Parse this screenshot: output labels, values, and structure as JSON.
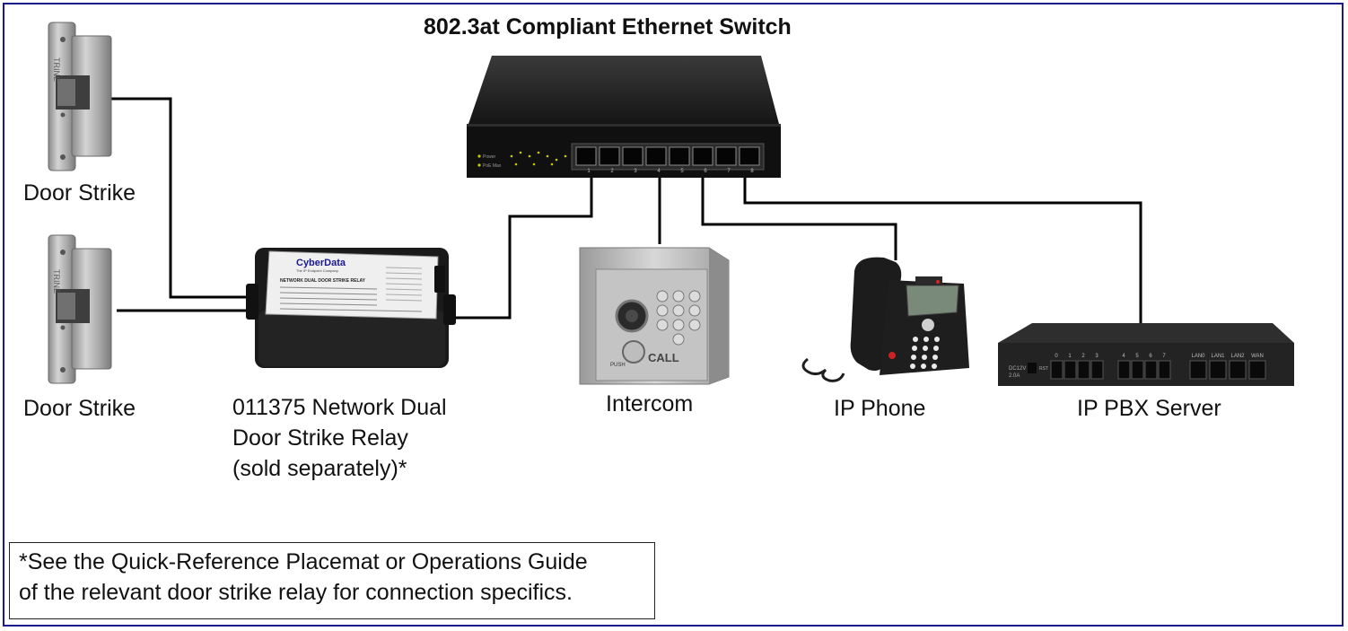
{
  "title": "802.3at Compliant Ethernet Switch",
  "labels": {
    "door_strike_1": "Door Strike",
    "door_strike_2": "Door Strike",
    "relay_line1": "011375 Network Dual",
    "relay_line2": "Door Strike Relay",
    "relay_line3": "(sold separately)*",
    "intercom": "Intercom",
    "ip_phone": "IP Phone",
    "ip_pbx": "IP PBX Server"
  },
  "note": {
    "line1": "*See the Quick-Reference Placemat or Operations Guide",
    "line2": "of the relevant door strike relay for connection specifics."
  },
  "device_text": {
    "relay_brand": "CyberData",
    "relay_tagline": "The IP Endpoint Company",
    "relay_product": "NETWORK DUAL DOOR STRIKE RELAY",
    "intercom_call": "CALL",
    "intercom_push": "PUSH",
    "strike_brand": "TRINE",
    "switch_power": "Power",
    "switch_poe_max": "PoE Max",
    "switch_ports": [
      "1",
      "2",
      "3",
      "4",
      "5",
      "6",
      "7",
      "8"
    ],
    "pbx_ports": [
      "0",
      "1",
      "2",
      "3",
      "4",
      "5",
      "6",
      "7"
    ],
    "pbx_lan": [
      "LAN0",
      "LAN1",
      "LAN2",
      "WAN"
    ],
    "pbx_power": "DC12V",
    "pbx_power_rating": "2.0A",
    "pbx_reset": "RST"
  },
  "colors": {
    "frame": "#1a1a8c",
    "cable": "#000000",
    "device_dark": "#1e1e1e",
    "metal": "#b8b8b8"
  }
}
